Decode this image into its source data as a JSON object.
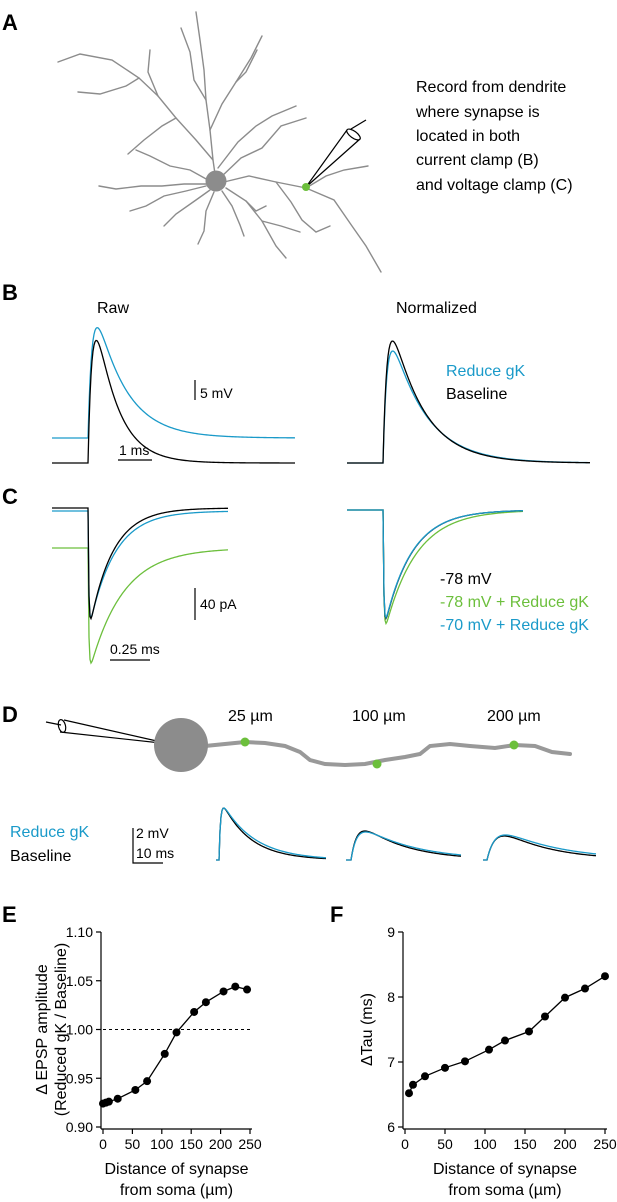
{
  "colors": {
    "blue": "#1a9ac9",
    "green": "#6cbf3c",
    "black": "#000000",
    "gray": "#8c8c8c"
  },
  "panel_a": {
    "label": "A",
    "text_lines": [
      "Record from  dendrite",
      "where synapse is",
      "located in both",
      "current clamp (B)",
      "and voltage clamp (C)"
    ]
  },
  "panel_b": {
    "label": "B",
    "raw_title": "Raw",
    "norm_title": "Normalized",
    "scale_y": "5 mV",
    "scale_x": "1 ms",
    "legend": [
      "Reduce gK",
      "Baseline"
    ]
  },
  "panel_c": {
    "label": "C",
    "scale_y": "40 pA",
    "scale_x": "0.25 ms",
    "legend": [
      "-78 mV",
      "-78 mV + Reduce gK",
      "-70 mV + Reduce gK"
    ]
  },
  "panel_d": {
    "label": "D",
    "distances": [
      "25 µm",
      "100 µm",
      "200 µm"
    ],
    "legend": [
      "Reduce gK",
      "Baseline"
    ],
    "scale_y": "2 mV",
    "scale_x": "10 ms"
  },
  "panel_e": {
    "label": "E"
  },
  "panel_f": {
    "label": "F"
  },
  "chart_data": [
    {
      "type": "line",
      "xlabel": "Distance of synapse\nfrom soma (µm)",
      "ylabel": "Δ EPSP amplitude\n(Reduced gK / Baseline)",
      "xlabel_lines": [
        "Distance of synapse",
        "from soma (µm)"
      ],
      "ylabel_lines": [
        "Δ EPSP amplitude",
        "(Reduced gK / Baseline)"
      ],
      "xlim": [
        0,
        250
      ],
      "ylim": [
        0.9,
        1.1
      ],
      "xticks": [
        0,
        50,
        100,
        150,
        200,
        250
      ],
      "yticks": [
        0.9,
        0.95,
        1.0,
        1.05,
        1.1
      ],
      "xtick_labels": [
        "0",
        "50",
        "100",
        "150",
        "200",
        "250"
      ],
      "ytick_labels": [
        "0.90",
        "0.95",
        "1.00",
        "1.05",
        "1.10"
      ],
      "reference_line": 1.0,
      "x": [
        0,
        5,
        10,
        25,
        55,
        75,
        105,
        125,
        155,
        175,
        205,
        225,
        245
      ],
      "y": [
        0.924,
        0.925,
        0.926,
        0.929,
        0.938,
        0.947,
        0.975,
        0.997,
        1.018,
        1.028,
        1.039,
        1.044,
        1.041
      ]
    },
    {
      "type": "line",
      "xlabel": "Distance of synapse\nfrom soma (µm)",
      "ylabel": "ΔTau (ms)",
      "xlabel_lines": [
        "Distance of synapse",
        "from soma (µm)"
      ],
      "ylabel_lines": [
        "ΔTau (ms)"
      ],
      "xlim": [
        0,
        250
      ],
      "ylim": [
        6,
        9
      ],
      "xticks": [
        0,
        50,
        100,
        150,
        200,
        250
      ],
      "yticks": [
        6,
        7,
        8,
        9
      ],
      "xtick_labels": [
        "0",
        "50",
        "100",
        "150",
        "200",
        "250"
      ],
      "ytick_labels": [
        "6",
        "7",
        "8",
        "9"
      ],
      "x": [
        5,
        10,
        25,
        50,
        75,
        105,
        125,
        155,
        175,
        200,
        225,
        250
      ],
      "y": [
        6.52,
        6.65,
        6.78,
        6.91,
        7.01,
        7.19,
        7.33,
        7.47,
        7.7,
        7.99,
        8.13,
        8.32
      ]
    }
  ]
}
